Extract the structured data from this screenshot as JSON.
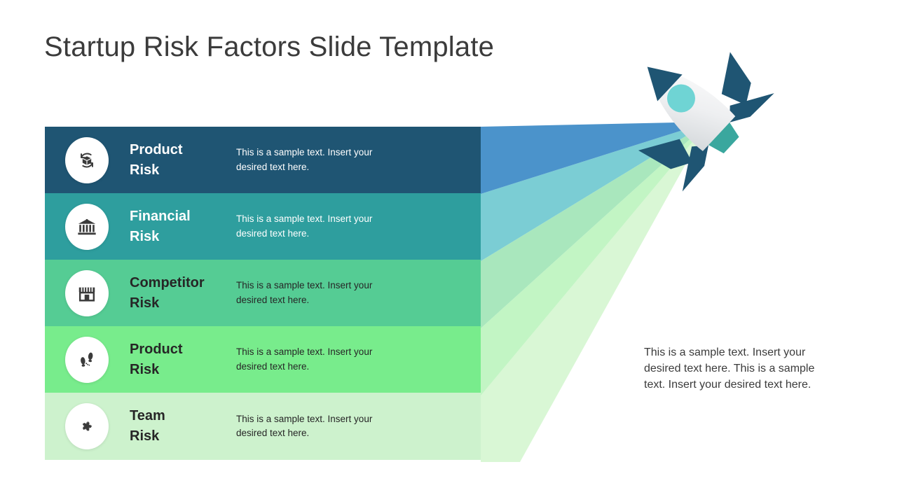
{
  "slide": {
    "title": "Startup Risk Factors Slide Template",
    "background_color": "#ffffff",
    "title_color": "#3b3b3b"
  },
  "rows": [
    {
      "title": "Product\nRisk",
      "title_line1": "Product",
      "title_line2": "Risk",
      "description": "This is a sample text.  Insert your desired text here.",
      "bar_color": "#1f5573",
      "ray_color": "#4b93cb",
      "text_color": "#ffffff",
      "icon": "package-recycle-icon"
    },
    {
      "title": "Financial\nRisk",
      "title_line1": "Financial",
      "title_line2": "Risk",
      "description": "This is a sample text.  Insert your desired text here.",
      "bar_color": "#2e9e9e",
      "ray_color": "#7bcdd4",
      "text_color": "#ffffff",
      "icon": "bank-building-icon"
    },
    {
      "title": "Competitor\nRisk",
      "title_line1": "Competitor",
      "title_line2": "Risk",
      "description": "This is a sample text.  Insert your desired text here.",
      "bar_color": "#55cc94",
      "ray_color": "#a9e7bd",
      "text_color": "#262626",
      "icon": "storefront-icon"
    },
    {
      "title": "Product\nRisk",
      "title_line1": "Product",
      "title_line2": "Risk",
      "description": "This is a sample text.  Insert your desired text here.",
      "bar_color": "#78ec8c",
      "ray_color": "#c2f5c4",
      "text_color": "#262626",
      "icon": "footprints-icon"
    },
    {
      "title": "Team\nRisk",
      "title_line1": "Team",
      "title_line2": "Risk",
      "description": "This is a sample text.  Insert your desired text here.",
      "bar_color": "#cdf2cd",
      "ray_color": "#d9f7d5",
      "text_color": "#262626",
      "icon": "teamwork-hands-icon"
    }
  ],
  "side_paragraph": {
    "text": "This is a sample text. Insert your desired text here. This is a sample text. Insert your desired text here."
  },
  "rocket": {
    "body_color_light": "#fcfcfc",
    "body_color_shadow": "#dcdfe1",
    "nose_color": "#1f5573",
    "fin_color": "#1f5573",
    "nozzle_color": "#3aa79e",
    "window_color": "#6fd4d4"
  }
}
